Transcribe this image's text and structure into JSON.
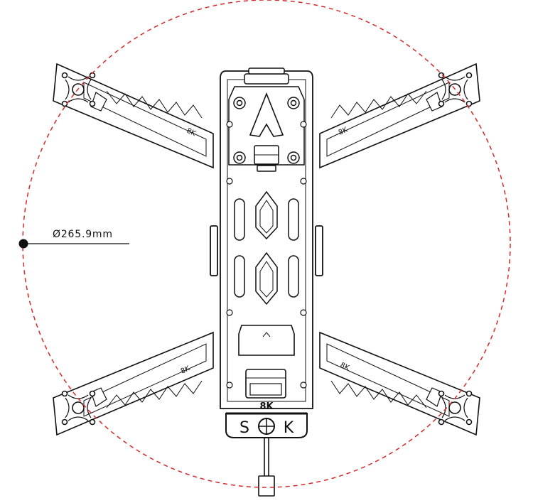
{
  "diagram": {
    "dimension_label": "Ø265.9mm",
    "frame_marking": "8K",
    "arm_marking_front_left": "8K",
    "arm_marking_front_right": "8K",
    "arm_marking_rear_left": "8K",
    "arm_marking_rear_right": "8K",
    "plate_letter_left": "S",
    "plate_letter_right": "K",
    "circle_color": "#d42a2a",
    "line_color": "#111111"
  }
}
